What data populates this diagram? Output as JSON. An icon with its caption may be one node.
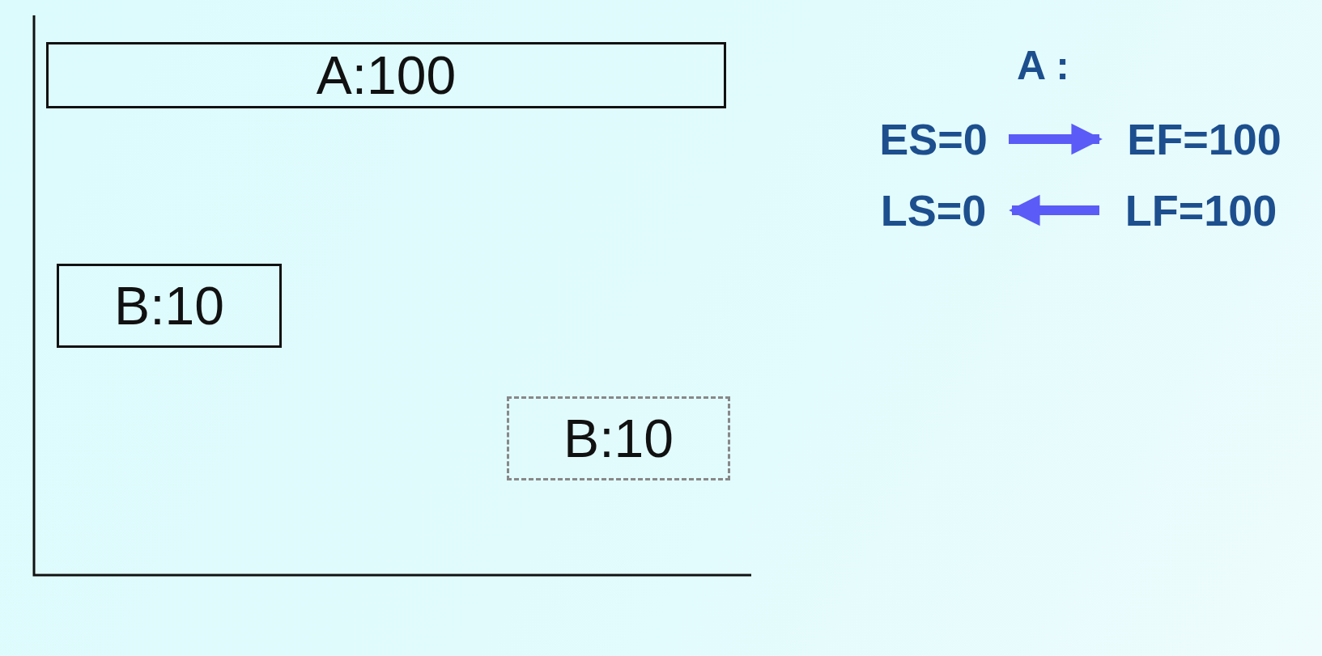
{
  "diagram": {
    "nodes": [
      {
        "text": [
          "A:100"
        ]
      },
      {
        "text": [
          "B:10"
        ]
      },
      {
        "text": [
          "B:10"
        ]
      },
      {
        "text": [
          "ES=0"
        ]
      },
      {
        "text": [
          "EF=100"
        ]
      },
      {
        "text": [
          "LS=0"
        ]
      },
      {
        "text": [
          "LF=100"
        ]
      }
    ],
    "edges": [
      {
        "from": 3,
        "to": 4,
        "arrow": "to"
      },
      {
        "from": 6,
        "to": 5,
        "arrow": "to"
      }
    ],
    "labels": [
      "A :"
    ]
  }
}
